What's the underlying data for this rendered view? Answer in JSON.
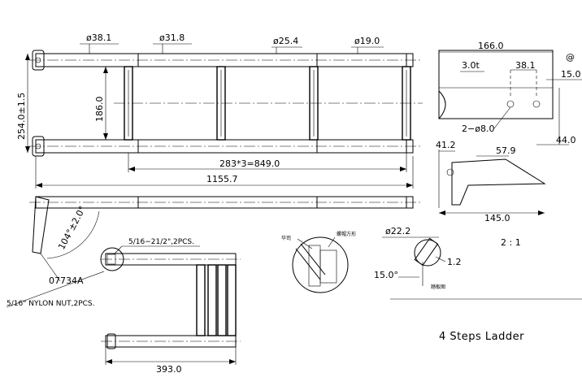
{
  "title": "4 Steps Ladder",
  "scale": "2 : 1",
  "dimensions": {
    "d38": "ø38.1",
    "d31": "ø31.8",
    "d25": "ø25.4",
    "d19": "ø19.0",
    "h186": "186.0",
    "h254": "254.0±1.5",
    "pitch": "283*3=849.0",
    "length": "1155.7",
    "w166": "166.0",
    "t3": "3.0t",
    "w38": "38.1",
    "w15": "15.0",
    "holes": "2−ø8.0",
    "h44": "44.0",
    "w41": "41.2",
    "w57": "57.9",
    "w145": "145.0",
    "angle104": "104°±2.0°",
    "part": "07734A",
    "bolt": "5/16−21/2\",2PCS.",
    "nut": "5/16\" NYLON NUT,2PCS.",
    "fold393": "393.0",
    "d22": "ø22.2",
    "ang15": "15.0°",
    "w12": "1.2"
  },
  "notes": {
    "washer_cn": "华司",
    "nut_cn": "螺帽方形",
    "tread_cn": "踏板图",
    "at": "@"
  }
}
